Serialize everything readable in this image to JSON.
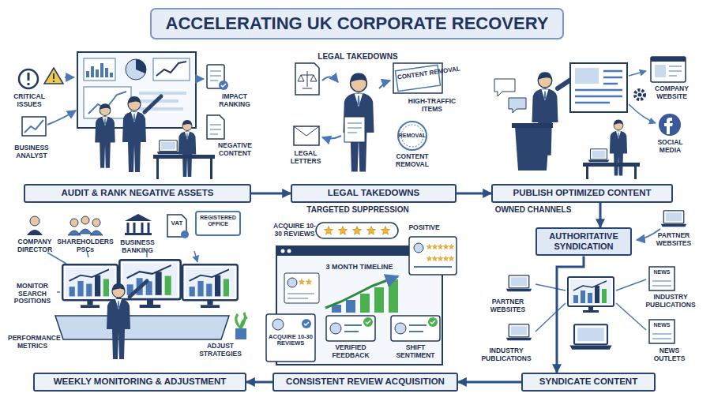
{
  "diagram": {
    "title": "ACCELERATING UK CORPORATE RECOVERY",
    "nodes": [
      {
        "text": [
          "AUDIT & RANK NEGATIVE ASSETS"
        ]
      },
      {
        "text": [
          "LEGAL TAKEDOWNS"
        ]
      },
      {
        "text": [
          "PUBLISH OPTIMIZED CONTENT"
        ]
      },
      {
        "text": [
          "AUTHORITATIVE SYNDICATION"
        ]
      },
      {
        "text": [
          "SYNDICATE CONTENT"
        ]
      },
      {
        "text": [
          "CONSISTENT REVIEW ACQUISITION"
        ]
      },
      {
        "text": [
          "WEEKLY MONITORING & ADJUSTMENT"
        ]
      }
    ],
    "edges": [
      {
        "from": 0,
        "to": 1,
        "arrow": "to"
      },
      {
        "from": 1,
        "to": 2,
        "arrow": "to"
      },
      {
        "from": 2,
        "to": 3,
        "arrow": "to"
      },
      {
        "from": 3,
        "to": 4,
        "arrow": "to"
      },
      {
        "from": 4,
        "to": 5,
        "arrow": "to"
      },
      {
        "from": 5,
        "to": 6,
        "arrow": "to"
      }
    ],
    "labels": [
      "CRITICAL ISSUES",
      "BUSINESS ANALYST",
      "IMPACT RANKING",
      "NEGATIVE CONTENT",
      "LEGAL TAKEDOWNS",
      "LEGAL LETTERS",
      "HIGH-TRAFFIC ITEMS",
      "CONTENT REMOVAL",
      "REMOVAL",
      "CONTENT REMOVAL",
      "TARGETED SUPPRESSION",
      "COMPANY WEBSITE",
      "SOCIAL MEDIA",
      "OWNED CHANNELS",
      "PARTNER WEBSITES",
      "PARTNER WEBSITES",
      "INDUSTRY PUBLICATIONS",
      "INDUSTRY PUBLICATIONS",
      "NEWS OUTLETS",
      "NEWS",
      "NEWS",
      "ACQUIRE 10-30 REVIEWS",
      "POSITIVE",
      "3 MONTH TIMELINE",
      "ACQUIRE 10-30 REVIEWS",
      "VERIFIED FEEDBACK",
      "SHIFT SENTIMENT",
      "COMPANY DIRECTOR",
      "SHAREHOLDERS PSCs",
      "BUSINESS BANKING",
      "VAT",
      "REGISTERED OFFICE",
      "MONITOR SEARCH POSITIONS",
      "PERFORMANCE METRICS",
      "ADJUST STRATEGIES"
    ]
  }
}
